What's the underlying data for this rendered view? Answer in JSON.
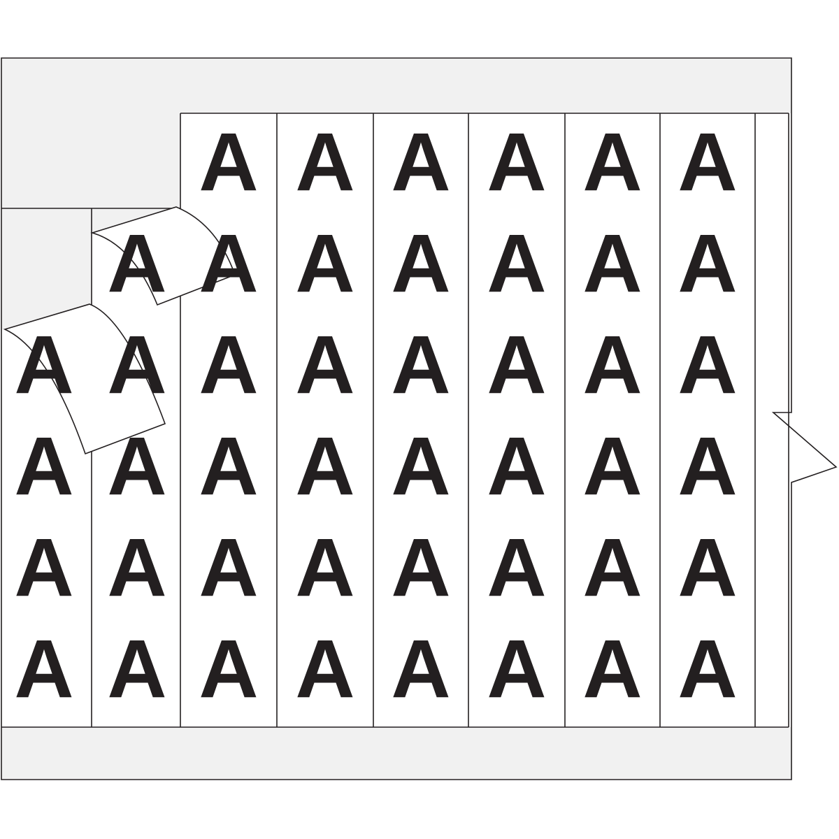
{
  "sheet": {
    "label_character": "A",
    "columns": 8,
    "rows": 6,
    "liner_color": "#f1f1f1",
    "ink_color": "#231f20",
    "removed_labels": [
      {
        "column": 1,
        "rows": [
          1,
          2
        ]
      },
      {
        "column": 2,
        "rows": [
          1
        ]
      }
    ],
    "peeling_labels": [
      {
        "column": 2,
        "row": 2
      },
      {
        "column": 1,
        "row": 3
      }
    ]
  }
}
